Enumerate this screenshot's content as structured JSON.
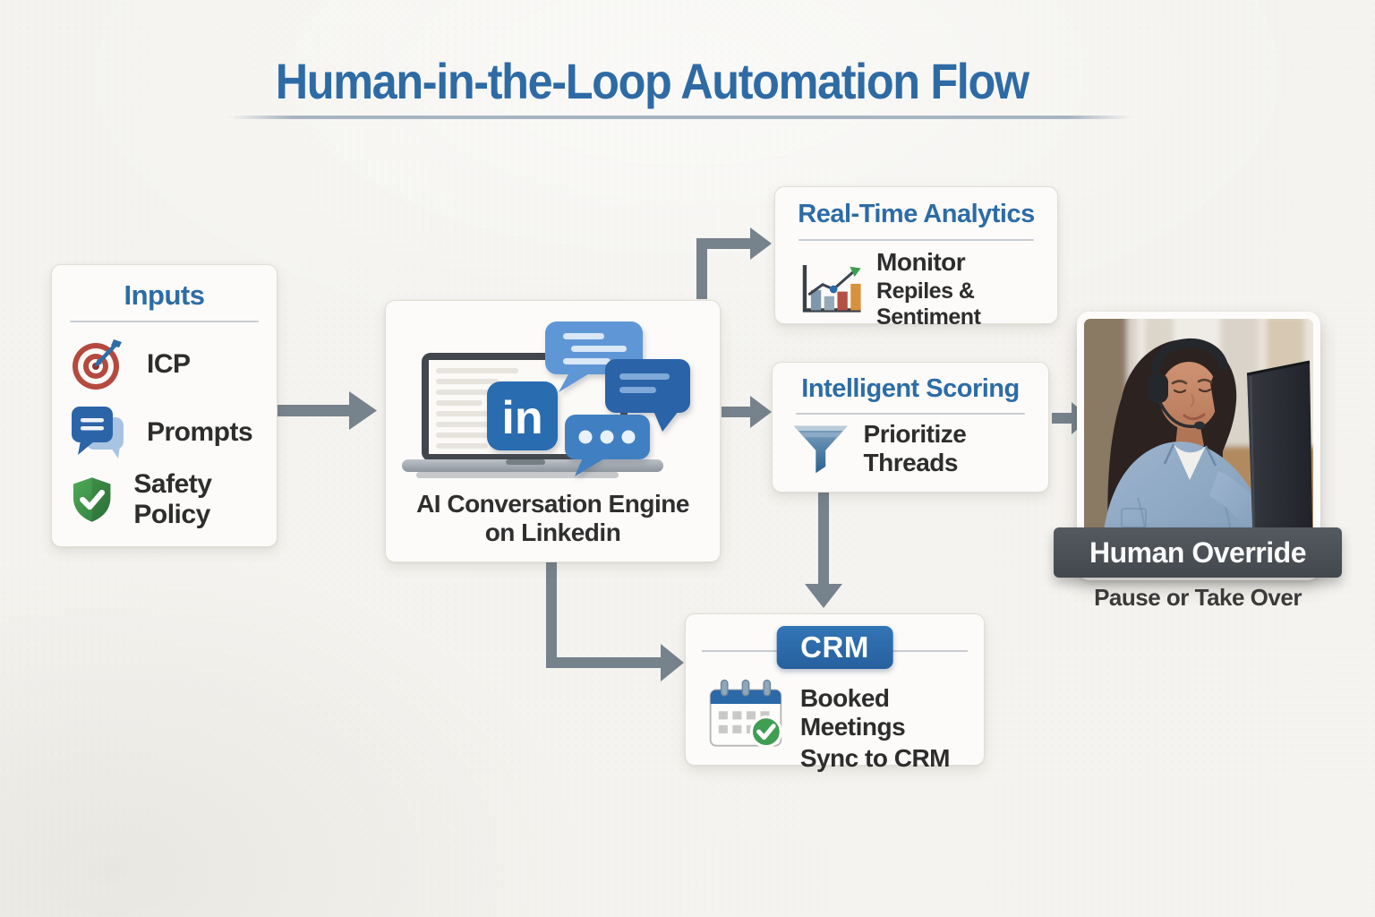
{
  "title": {
    "text": "Human-in-the-Loop Automation Flow"
  },
  "inputs": {
    "title": "Inputs",
    "items": [
      {
        "icon": "target-icon",
        "label": "ICP"
      },
      {
        "icon": "chat-bubbles-icon",
        "label": "Prompts"
      },
      {
        "icon": "shield-check-icon",
        "label": "Safety Policy"
      }
    ]
  },
  "engine": {
    "linkedin_logo": "in",
    "caption_line1": "AI Conversation Engine",
    "caption_line2": "on Linkedin"
  },
  "analytics": {
    "title": "Real-Time Analytics",
    "icon": "bar-chart-trend-icon",
    "line1": "Monitor",
    "line2": "Repiles & Sentiment"
  },
  "scoring": {
    "title": "Intelligent Scoring",
    "icon": "funnel-icon",
    "label": "Prioritize Threads"
  },
  "crm": {
    "badge": "CRM",
    "icon": "calendar-check-icon",
    "line1": "Booked Meetings",
    "line2": "Sync to CRM"
  },
  "override": {
    "banner": "Human Override",
    "caption": "Pause or Take Over",
    "photo_alt": "Woman wearing headset working at a computer monitor"
  },
  "colors": {
    "accent_blue": "#2d6ca6",
    "arrow_gray": "#76828c",
    "banner_slate": "#4a5157",
    "linkedin_blue": "#2e6cb3",
    "crm_badge_blue": "#2c67a8",
    "shield_green": "#3f9049",
    "target_red": "#b5493e",
    "check_green": "#3f9e52",
    "background": "#f4f3ef"
  }
}
